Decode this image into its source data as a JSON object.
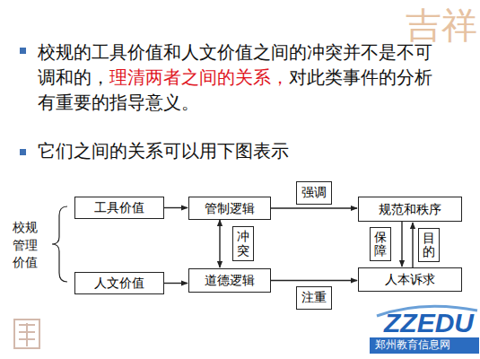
{
  "diagram": {
    "nodes": [
      {
        "text": [
          "工具价值"
        ]
      },
      {
        "text": [
          "管制逻辑"
        ]
      },
      {
        "text": [
          "规范和秩序"
        ]
      },
      {
        "text": [
          "人文价值"
        ]
      },
      {
        "text": [
          "道德逻辑"
        ]
      },
      {
        "text": [
          "人本诉求"
        ]
      }
    ],
    "edges": [
      {
        "from": 0,
        "to": 1,
        "arrow": "to"
      },
      {
        "from": 3,
        "to": 4,
        "arrow": "to"
      },
      {
        "from": 1,
        "to": 2,
        "label": "强调",
        "arrow": "to"
      },
      {
        "from": 4,
        "to": 5,
        "label": "注重",
        "arrow": "to"
      },
      {
        "from": 1,
        "to": 4,
        "label": "冲突",
        "arrow": "both"
      },
      {
        "from": 2,
        "to": 5,
        "label": "保障",
        "arrow": "to"
      },
      {
        "from": 5,
        "to": 2,
        "label": "目的",
        "arrow": "to"
      }
    ],
    "labels": [
      "校规的工具价值和人文价值之间的冲突并不是不可调和的，",
      "理清两者之间的关系，",
      "对此类事件的分析有重要的指导意义。",
      "它们之间的关系可以用下图表示",
      "校规管理价值",
      "吉祥",
      "ZZEDU",
      "郑州教育信息网"
    ]
  }
}
